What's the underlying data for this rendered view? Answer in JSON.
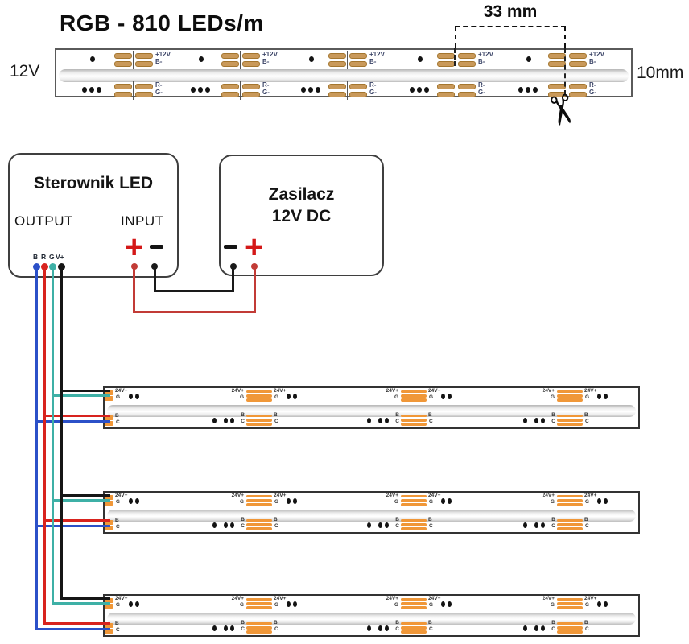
{
  "title": "RGB - 810 LEDs/m",
  "top_strip": {
    "voltage_label": "12V",
    "width_label": "10mm",
    "dimension_label": "33 mm",
    "pad_labels_top": [
      "+12V",
      "B-"
    ],
    "pad_labels_bottom": [
      "R-",
      "G-"
    ]
  },
  "controller": {
    "title": "Sterownik LED",
    "output_label": "OUTPUT",
    "input_label": "INPUT",
    "terminals": [
      "B",
      "R",
      "G",
      "V+"
    ],
    "plus_symbol": "+",
    "minus_symbol": "−"
  },
  "power_supply": {
    "title_line1": "Zasilacz",
    "title_line2": "12V DC",
    "plus_symbol": "+",
    "minus_symbol": "−"
  },
  "bottom_strips": {
    "count": 3,
    "pad_label_power": "24V+",
    "pad_label_g": "G",
    "pad_label_b": "B",
    "pad_label_c": "C"
  },
  "icons": {
    "scissors": "✂"
  },
  "colors": {
    "wire_blue": "#2b50c8",
    "wire_red": "#d8231e",
    "wire_green": "#3eb0a6",
    "wire_black": "#161616",
    "input_wire_red": "#c23b36",
    "input_wire_black": "#1a1a1a",
    "pad_copper": "#c9995a",
    "pad_copper_border": "#a4762f",
    "pad_orange": "#f09738",
    "plus_red": "#d41818"
  }
}
